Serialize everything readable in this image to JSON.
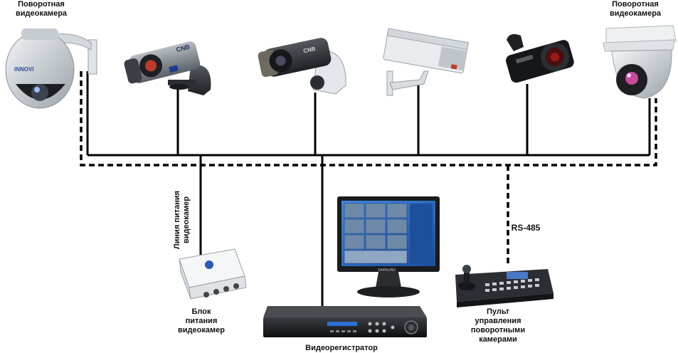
{
  "labels": {
    "ptz_camera_left": [
      "Поворотная",
      "видеокамера"
    ],
    "ptz_camera_right": [
      "Поворотная",
      "видеокамера"
    ],
    "power_line": [
      "Линия питания",
      "видеокамер"
    ],
    "power_supply": [
      "Блок",
      "питания",
      "видеокамер"
    ],
    "rs485": "RS-485",
    "ptz_console": [
      "Пульт",
      "управления",
      "поворотными",
      "камерами"
    ],
    "dvr": "Видеорегистратор"
  },
  "brands": {
    "left_camera": "INNOVI",
    "bullet_camera_1": "CNB",
    "bullet_camera_2": "CNB",
    "monitor": "SAMSUNG"
  },
  "colors": {
    "line": "#000000",
    "camera_grey": "#8a8f96",
    "camera_dark": "#2b2e33",
    "monitor_screen": "#2a6fd1",
    "box_white": "#f2f4f6"
  },
  "icons": [
    "ptz-dome-camera-icon",
    "bullet-camera-icon",
    "box-camera-icon",
    "dome-camera-icon",
    "power-supply-box-icon",
    "monitor-icon",
    "dvr-icon",
    "ptz-keyboard-icon"
  ]
}
